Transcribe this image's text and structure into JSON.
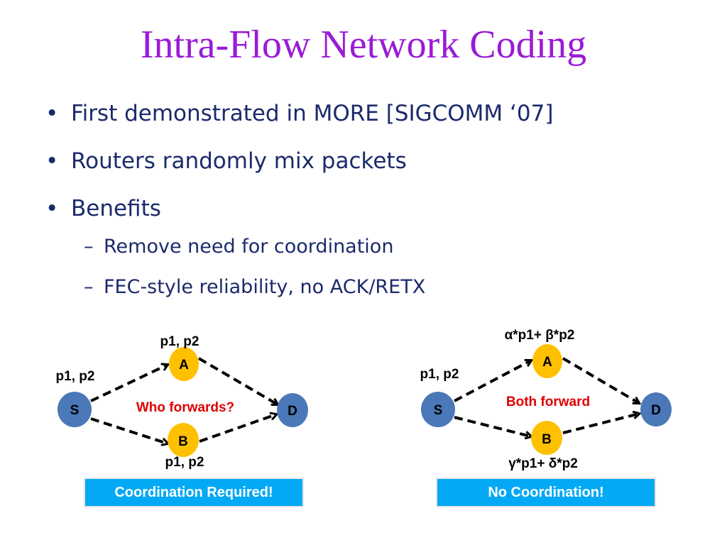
{
  "title": "Intra-Flow Network Coding",
  "bullets": [
    {
      "level": 1,
      "text": "First demonstrated in MORE [SIGCOMM ‘07]"
    },
    {
      "level": 1,
      "text": "Routers randomly mix packets"
    },
    {
      "level": 1,
      "text": "Benefits"
    },
    {
      "level": 2,
      "text": "Remove need for coordination"
    },
    {
      "level": 2,
      "text": "FEC-style reliability, no ACK/RETX"
    }
  ],
  "colors": {
    "title": "#9a1bd6",
    "text": "#1b2a6b",
    "node_s_d": "#4a78b8",
    "node_a_b": "#ffc000",
    "alert_red": "#e00000",
    "box_bg": "#03a9f4"
  },
  "diagram_left": {
    "nodes": {
      "S": "S",
      "A": "A",
      "B": "B",
      "D": "D"
    },
    "label_s": "p1, p2",
    "label_a": "p1, p2",
    "label_b": "p1, p2",
    "center_text": "Who forwards?",
    "box_text": "Coordination Required!"
  },
  "diagram_right": {
    "nodes": {
      "S": "S",
      "A": "A",
      "B": "B",
      "D": "D"
    },
    "label_s": "p1, p2",
    "label_a": "α*p1+ β*p2",
    "label_b": "γ*p1+ δ*p2",
    "center_text": "Both forward",
    "box_text": "No Coordination!"
  }
}
